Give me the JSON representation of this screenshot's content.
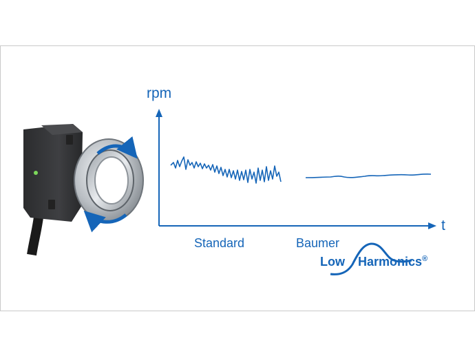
{
  "axes": {
    "y_label": "rpm",
    "x_label": "t"
  },
  "labels": {
    "standard": "Standard",
    "baumer": "Baumer",
    "brand_low": "Low",
    "brand_harmonics": "Harmonics",
    "brand_registered": "®"
  },
  "colors": {
    "accent": "#1565b8",
    "device_body": "#3a3b3d",
    "ring": "#c8ccd0",
    "led": "#7cd85a",
    "frame_border": "#c9c9c9"
  },
  "icons": [
    "rotation-arrow-icon",
    "led-indicator-icon",
    "wave-logo-icon"
  ]
}
